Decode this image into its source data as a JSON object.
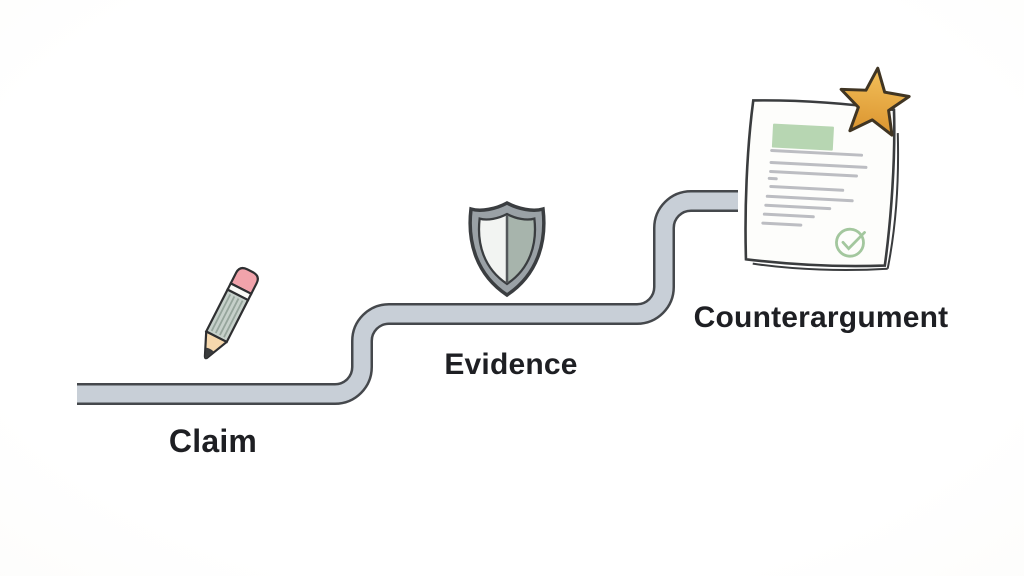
{
  "diagram": {
    "type": "process-path-illustration",
    "steps": [
      {
        "id": "claim",
        "label": "Claim",
        "icon": "pencil-icon"
      },
      {
        "id": "evidence",
        "label": "Evidence",
        "icon": "shield-icon"
      },
      {
        "id": "counterargument",
        "label": "Counterargument",
        "icon": "document-star-icon"
      }
    ],
    "theme": {
      "background": "#f7f6f1",
      "path_fill": "#c8cfd7",
      "path_outline": "#45484c",
      "label_color": "#1e1f23"
    },
    "icons": {
      "pencil": {
        "eraser": "#f1a3ab",
        "ferrule": "#fafaf7",
        "body": "#c6d0ca",
        "stripes": "#96a59c",
        "wood": "#f6d8ad",
        "graphite": "#3a3b3c",
        "outline": "#2e2f31"
      },
      "shield": {
        "band": "#9aa1a6",
        "left": "#f2f4f2",
        "right": "#a7b4ac",
        "divider": "#53575a",
        "outline": "#3a3d40"
      },
      "doc": {
        "paper": "#fdfdfb",
        "header": "#b7d6b2",
        "lines": "#bcbdc2",
        "check": "#a3c79e",
        "outline": "#3a3c3e"
      },
      "star": {
        "top": "#f3c05a",
        "bottom": "#db9530",
        "outline": "#403523"
      }
    }
  }
}
